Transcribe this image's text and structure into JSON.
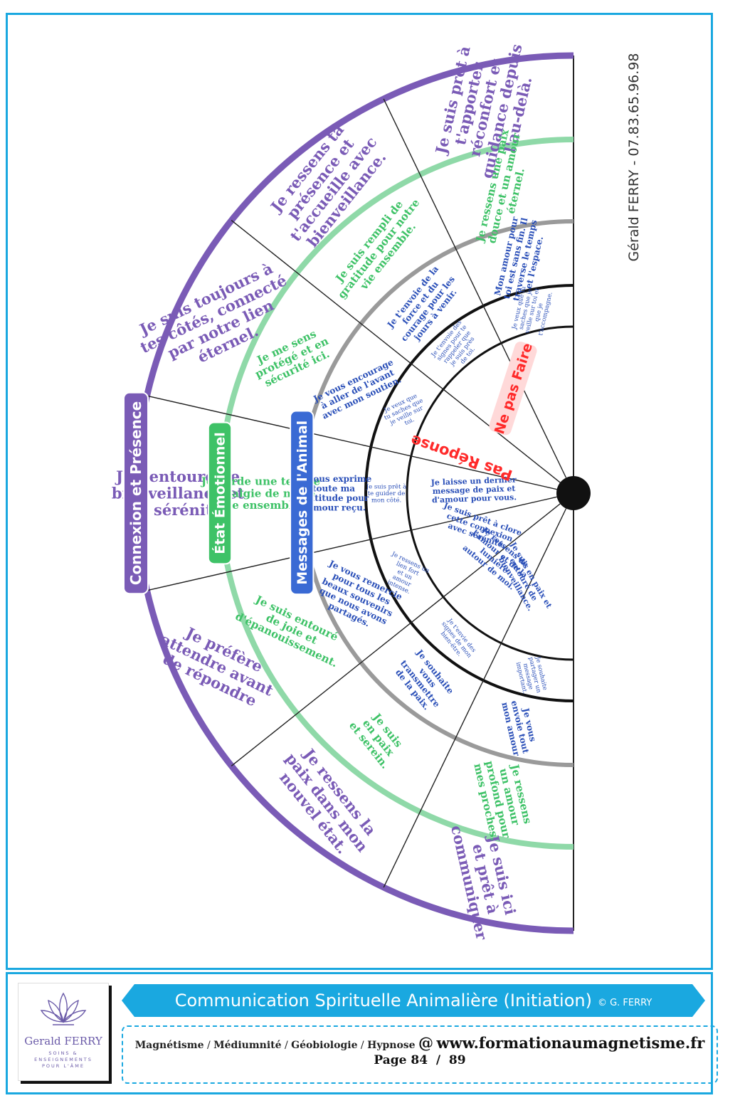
{
  "side_contact": "Gérald FERRY - 07.83.65.96.98",
  "ring_labels": {
    "outer": "Connexion et Présence",
    "emotional": "État Émotionnel",
    "messages": "Messages de l'Animal",
    "ne_pas_faire": "Ne pas Faire",
    "pas_reponse": "Pas Réponse"
  },
  "colors": {
    "purple": "#7a5bb6",
    "green": "#3ec267",
    "green_ring": "#8fd9a8",
    "blue": "#2a4fb8",
    "blue_ring": "#3a6ad4",
    "gray_ring": "#9a9a9a",
    "red": "#ff2a2a",
    "frame": "#1aa8e0"
  },
  "sectors": [
    {
      "outer": [
        "Je suis prêt à",
        "t'apporter",
        "réconfort et",
        "guidance depuis",
        "l'au-delà."
      ],
      "emotional": [
        "Je ressens une paix",
        "douce et un amour",
        "éternel."
      ],
      "messages": [
        "Mon amour pour",
        "toi est sans fin. Il",
        "traverse le temps",
        "et l'espace."
      ],
      "inner": [
        "Je veux que tu",
        "saches que je",
        "veille sur toi et",
        "que je",
        "t'accompagne."
      ]
    },
    {
      "outer": [
        "Je ressens ta",
        "présence et",
        "t'accueille avec",
        "bienveillance."
      ],
      "emotional": [
        "Je suis rempli de",
        "gratitude pour notre",
        "vie ensemble."
      ],
      "messages": [
        "Je t'envoie de la",
        "force et du",
        "courage pour les",
        "jours à venir."
      ],
      "inner": [
        "Je t'envoie des",
        "signes pour te",
        "rappeler que",
        "je suis près",
        "de toi."
      ]
    },
    {
      "outer": [
        "Je suis toujours à",
        "tes côtés, connecté",
        "par notre lien",
        "éternel."
      ],
      "emotional": [
        "Je me sens",
        "protégé et en",
        "sécurité ici."
      ],
      "messages": [
        "Je vous encourage",
        "à aller de l'avant",
        "avec mon soutien."
      ],
      "inner": [
        "Je veux que",
        "tu saches que",
        "je veille sur",
        "toi."
      ]
    },
    {
      "outer": [
        "Je t'entoure de",
        "bienveillance et",
        "de sérénité."
      ],
      "emotional": [
        "Je garde une tendre",
        "nostalgie de notre",
        "vie ensemble"
      ],
      "messages": [
        "Je vous exprime",
        "toute ma",
        "gratitude pour",
        "l'amour reçu."
      ],
      "inner": [
        "Je suis prêt à",
        "te guider de",
        "mon côté."
      ]
    },
    {
      "outer": [
        "Je préfère",
        "attendre avant",
        "de répondre"
      ],
      "emotional": [
        "Je suis entouré",
        "de joie et",
        "d'épanouissement."
      ],
      "messages": [
        "Je vous remercie",
        "pour tous les",
        "beaux souvenirs",
        "que nous avons",
        "partagés."
      ],
      "inner": [
        "Je ressens un",
        "lien fort",
        "et un",
        "amour",
        "intense."
      ]
    },
    {
      "outer": [
        "Je ressens la",
        "paix dans mon",
        "nouvel état."
      ],
      "emotional": [
        "Je suis",
        "en paix",
        "et serein."
      ],
      "messages": [
        "Je souhaite",
        "vous",
        "transmettre",
        "de la paix."
      ],
      "inner": [
        "Je t'envie des",
        "signes de mon",
        "bien-être."
      ]
    },
    {
      "outer": [
        "Je suis ici",
        "et prêt à",
        "communiquer"
      ],
      "emotional": [
        "Je ressens",
        "un amour",
        "profond pour",
        "mes proches."
      ],
      "messages": [
        "Je vous",
        "envoie tout",
        "mon amour"
      ],
      "inner": [
        "Je souhaite",
        "partager un",
        "message",
        "important."
      ]
    }
  ],
  "inner_extra": [
    {
      "text": [
        "Je laisse un dernier",
        "message de paix et",
        "d'amour pour vous."
      ]
    },
    {
      "text": [
        "Je suis prêt à clore",
        "cette connexion",
        "avec sérénité."
      ]
    },
    {
      "text": [
        "Je ressens de",
        "l'amour et de la",
        "lumière",
        "autour de moi."
      ]
    },
    {
      "text": [
        "Je suis en paix et",
        "entouré de",
        "bienveillance."
      ]
    }
  ],
  "footer": {
    "logo_name": "Gerald FERRY",
    "logo_tag": [
      "SOINS &",
      "ENSEIGNEMENTS",
      "POUR L'ÂME"
    ],
    "banner_title": "Communication Spirituelle Animalière (Initiation)",
    "banner_copy": "© G. FERRY",
    "disciplines": [
      "Magnétisme",
      "Médiumnité",
      "Géobiologie",
      "Hypnose"
    ],
    "separator": " / ",
    "at_sign": "@",
    "website": "www.formationaumagnetisme.fr",
    "page_label": "Page",
    "page_current": "84",
    "page_total": "89"
  }
}
